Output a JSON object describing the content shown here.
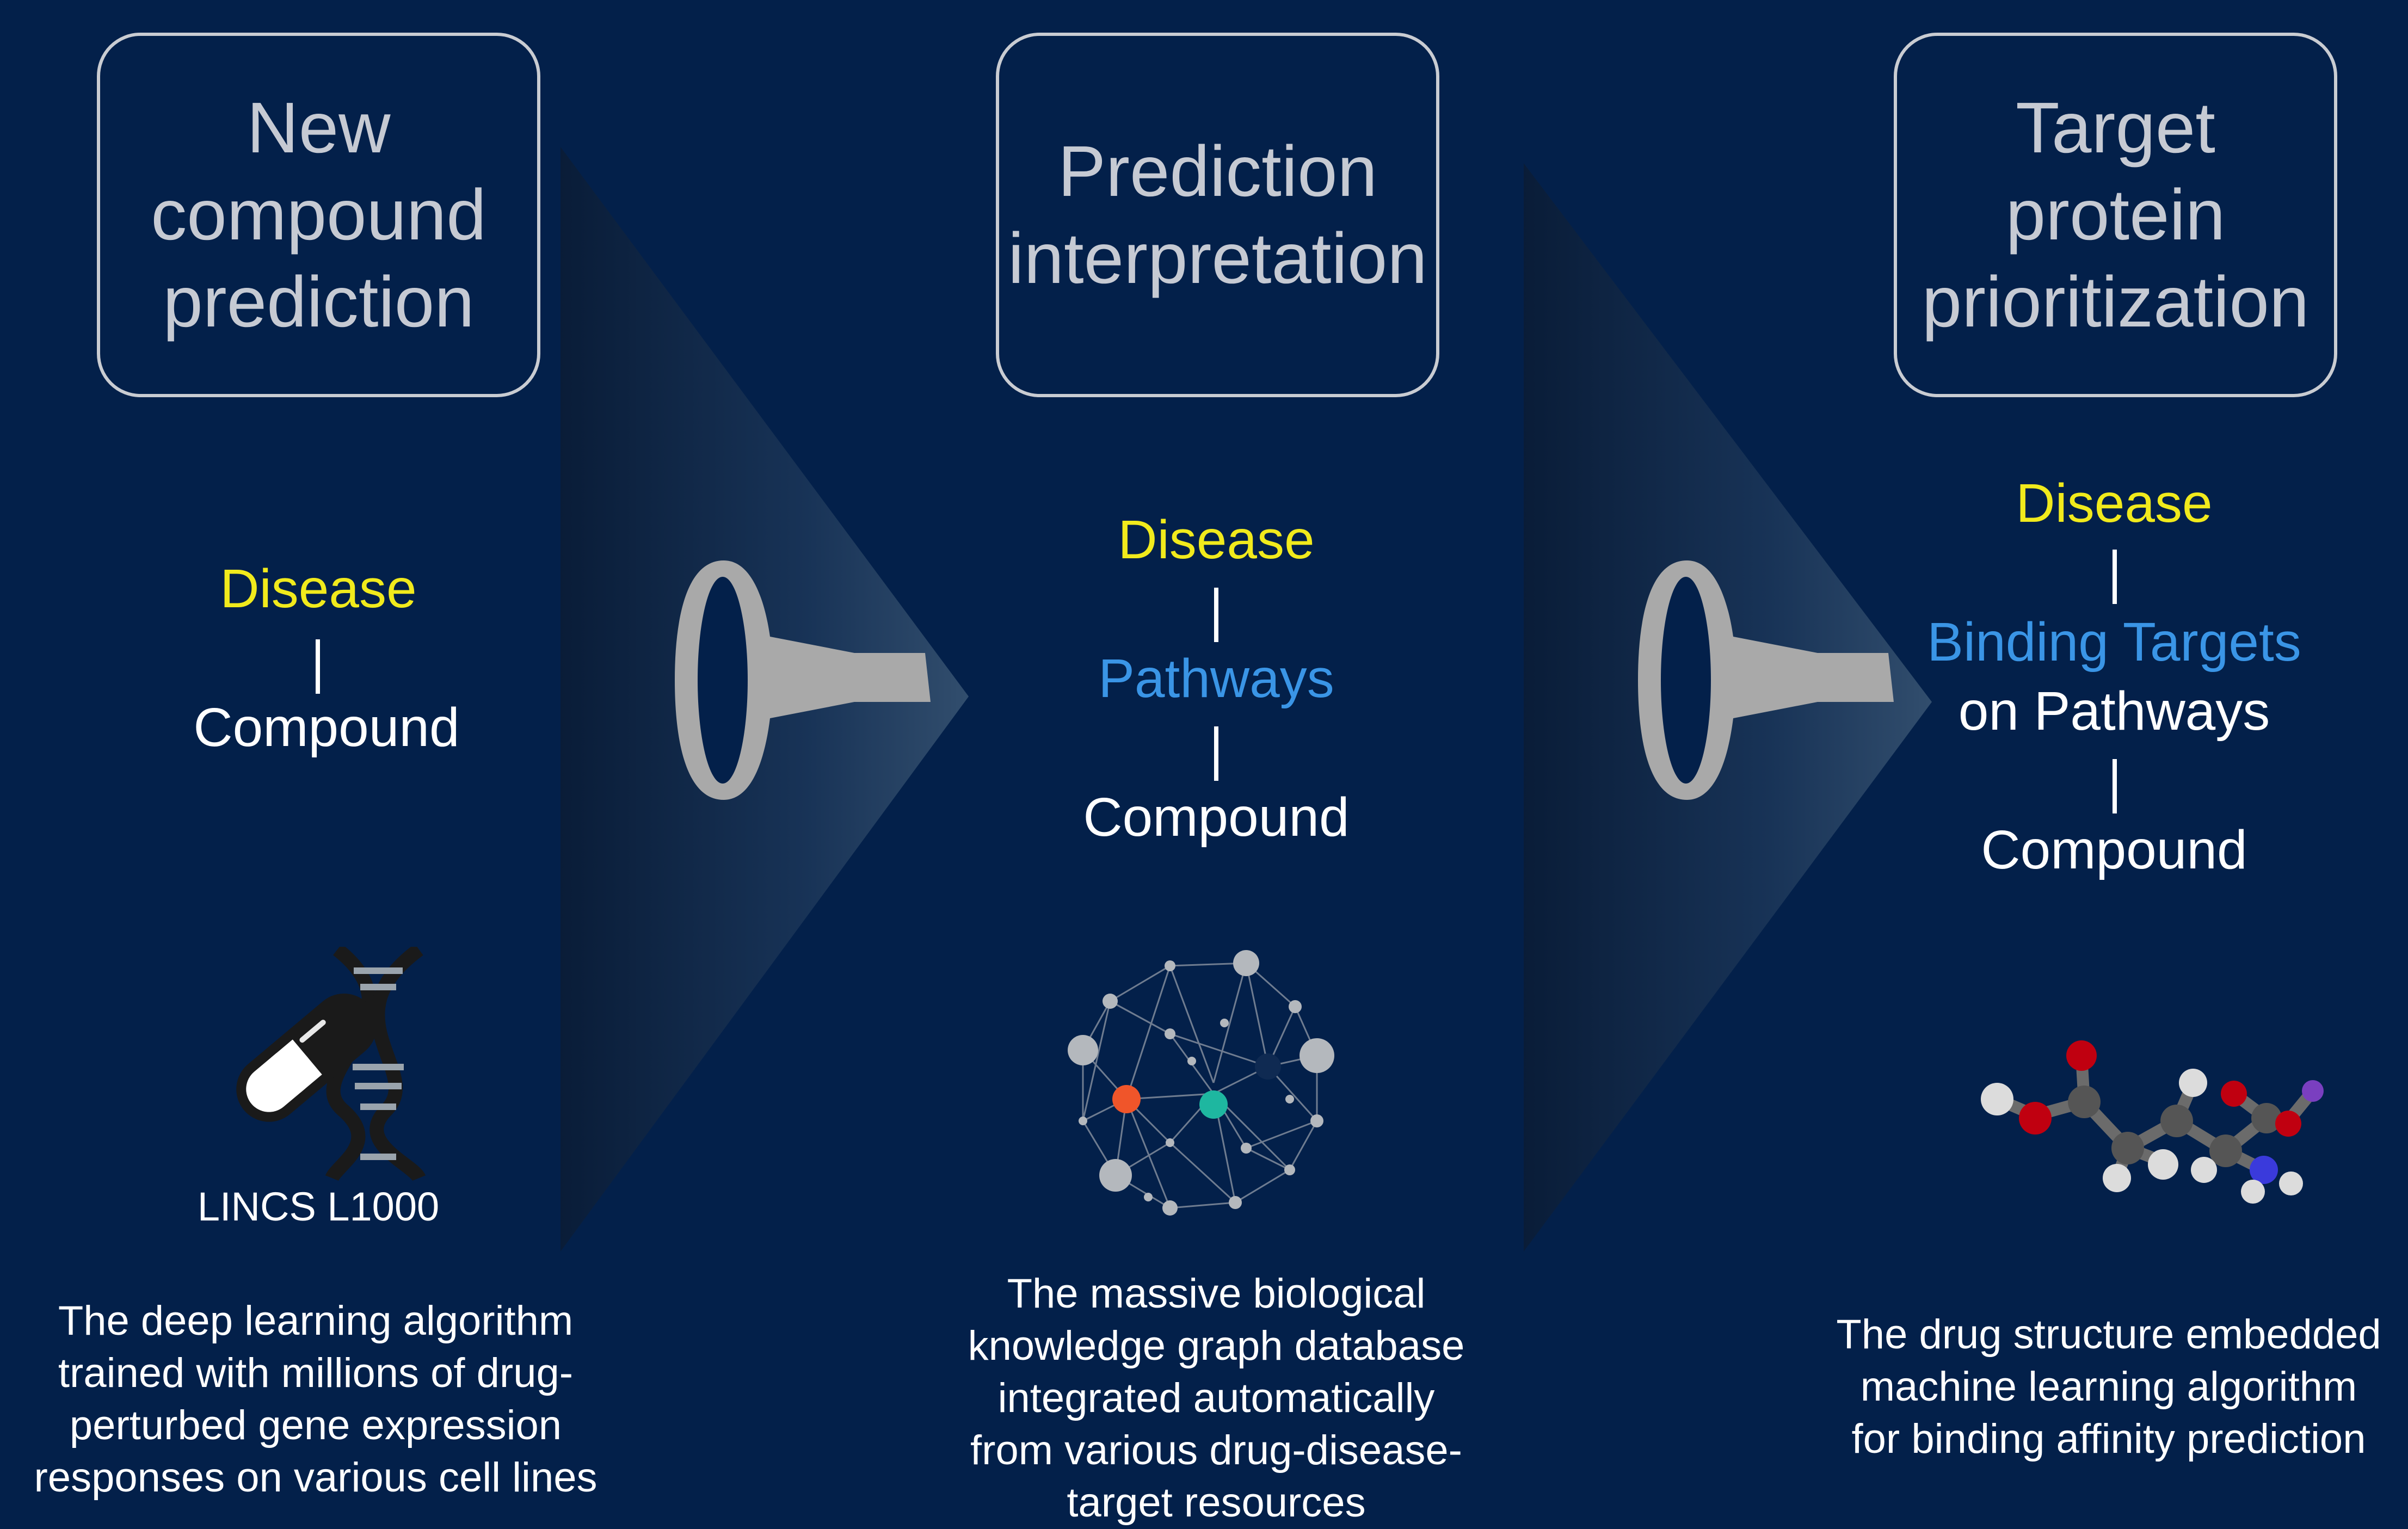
{
  "stage1": {
    "title": [
      "New",
      "compound",
      "prediction"
    ],
    "disease": "Disease",
    "compound": "Compound",
    "icon_label": "LINCS L1000",
    "description": [
      "The deep learning algorithm",
      "trained with millions of drug-",
      "perturbed gene expression",
      "responses on various cell lines"
    ]
  },
  "stage2": {
    "title": [
      "Prediction",
      "interpretation"
    ],
    "disease": "Disease",
    "pathways": "Pathways",
    "compound": "Compound",
    "description": [
      "The massive biological",
      "knowledge graph database",
      "integrated automatically",
      "from various drug-disease-",
      "target resources"
    ]
  },
  "stage3": {
    "title": [
      "Target",
      "protein",
      "prioritization"
    ],
    "disease": "Disease",
    "binding_targets": "Binding Targets",
    "on_pathways": "on Pathways",
    "compound": "Compound",
    "description": [
      "The drug structure embedded",
      "machine learning algorithm",
      "for binding affinity prediction"
    ]
  },
  "icons": [
    "dna-pill-icon",
    "funnel-icon",
    "knowledge-graph-icon",
    "molecule-icon"
  ],
  "colors": {
    "background": "#03204a",
    "disease": "#f1ea1c",
    "pathways": "#3a95e6",
    "box_border": "#c9ccd2",
    "funnel": "#a9a9a9"
  }
}
